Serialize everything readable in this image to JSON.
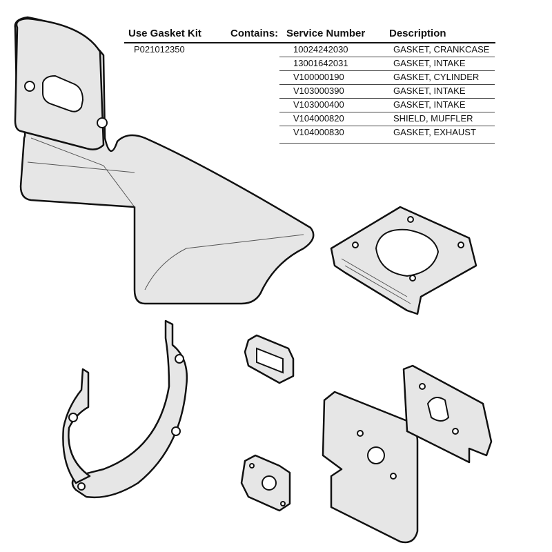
{
  "table": {
    "headers": {
      "kit": "Use Gasket Kit",
      "contains": "Contains:",
      "service_number": "Service Number",
      "description": "Description"
    },
    "kit_number": "P021012350",
    "rows": [
      {
        "service_number": "10024242030",
        "description": "GASKET, CRANKCASE"
      },
      {
        "service_number": "13001642031",
        "description": "GASKET, INTAKE"
      },
      {
        "service_number": "V100000190",
        "description": "GASKET, CYLINDER"
      },
      {
        "service_number": "V103000390",
        "description": "GASKET, INTAKE"
      },
      {
        "service_number": "V103000400",
        "description": "GASKET, INTAKE"
      },
      {
        "service_number": "V104000820",
        "description": "SHIELD, MUFFLER"
      },
      {
        "service_number": "V104000830",
        "description": "GASKET, EXHAUST"
      }
    ]
  }
}
